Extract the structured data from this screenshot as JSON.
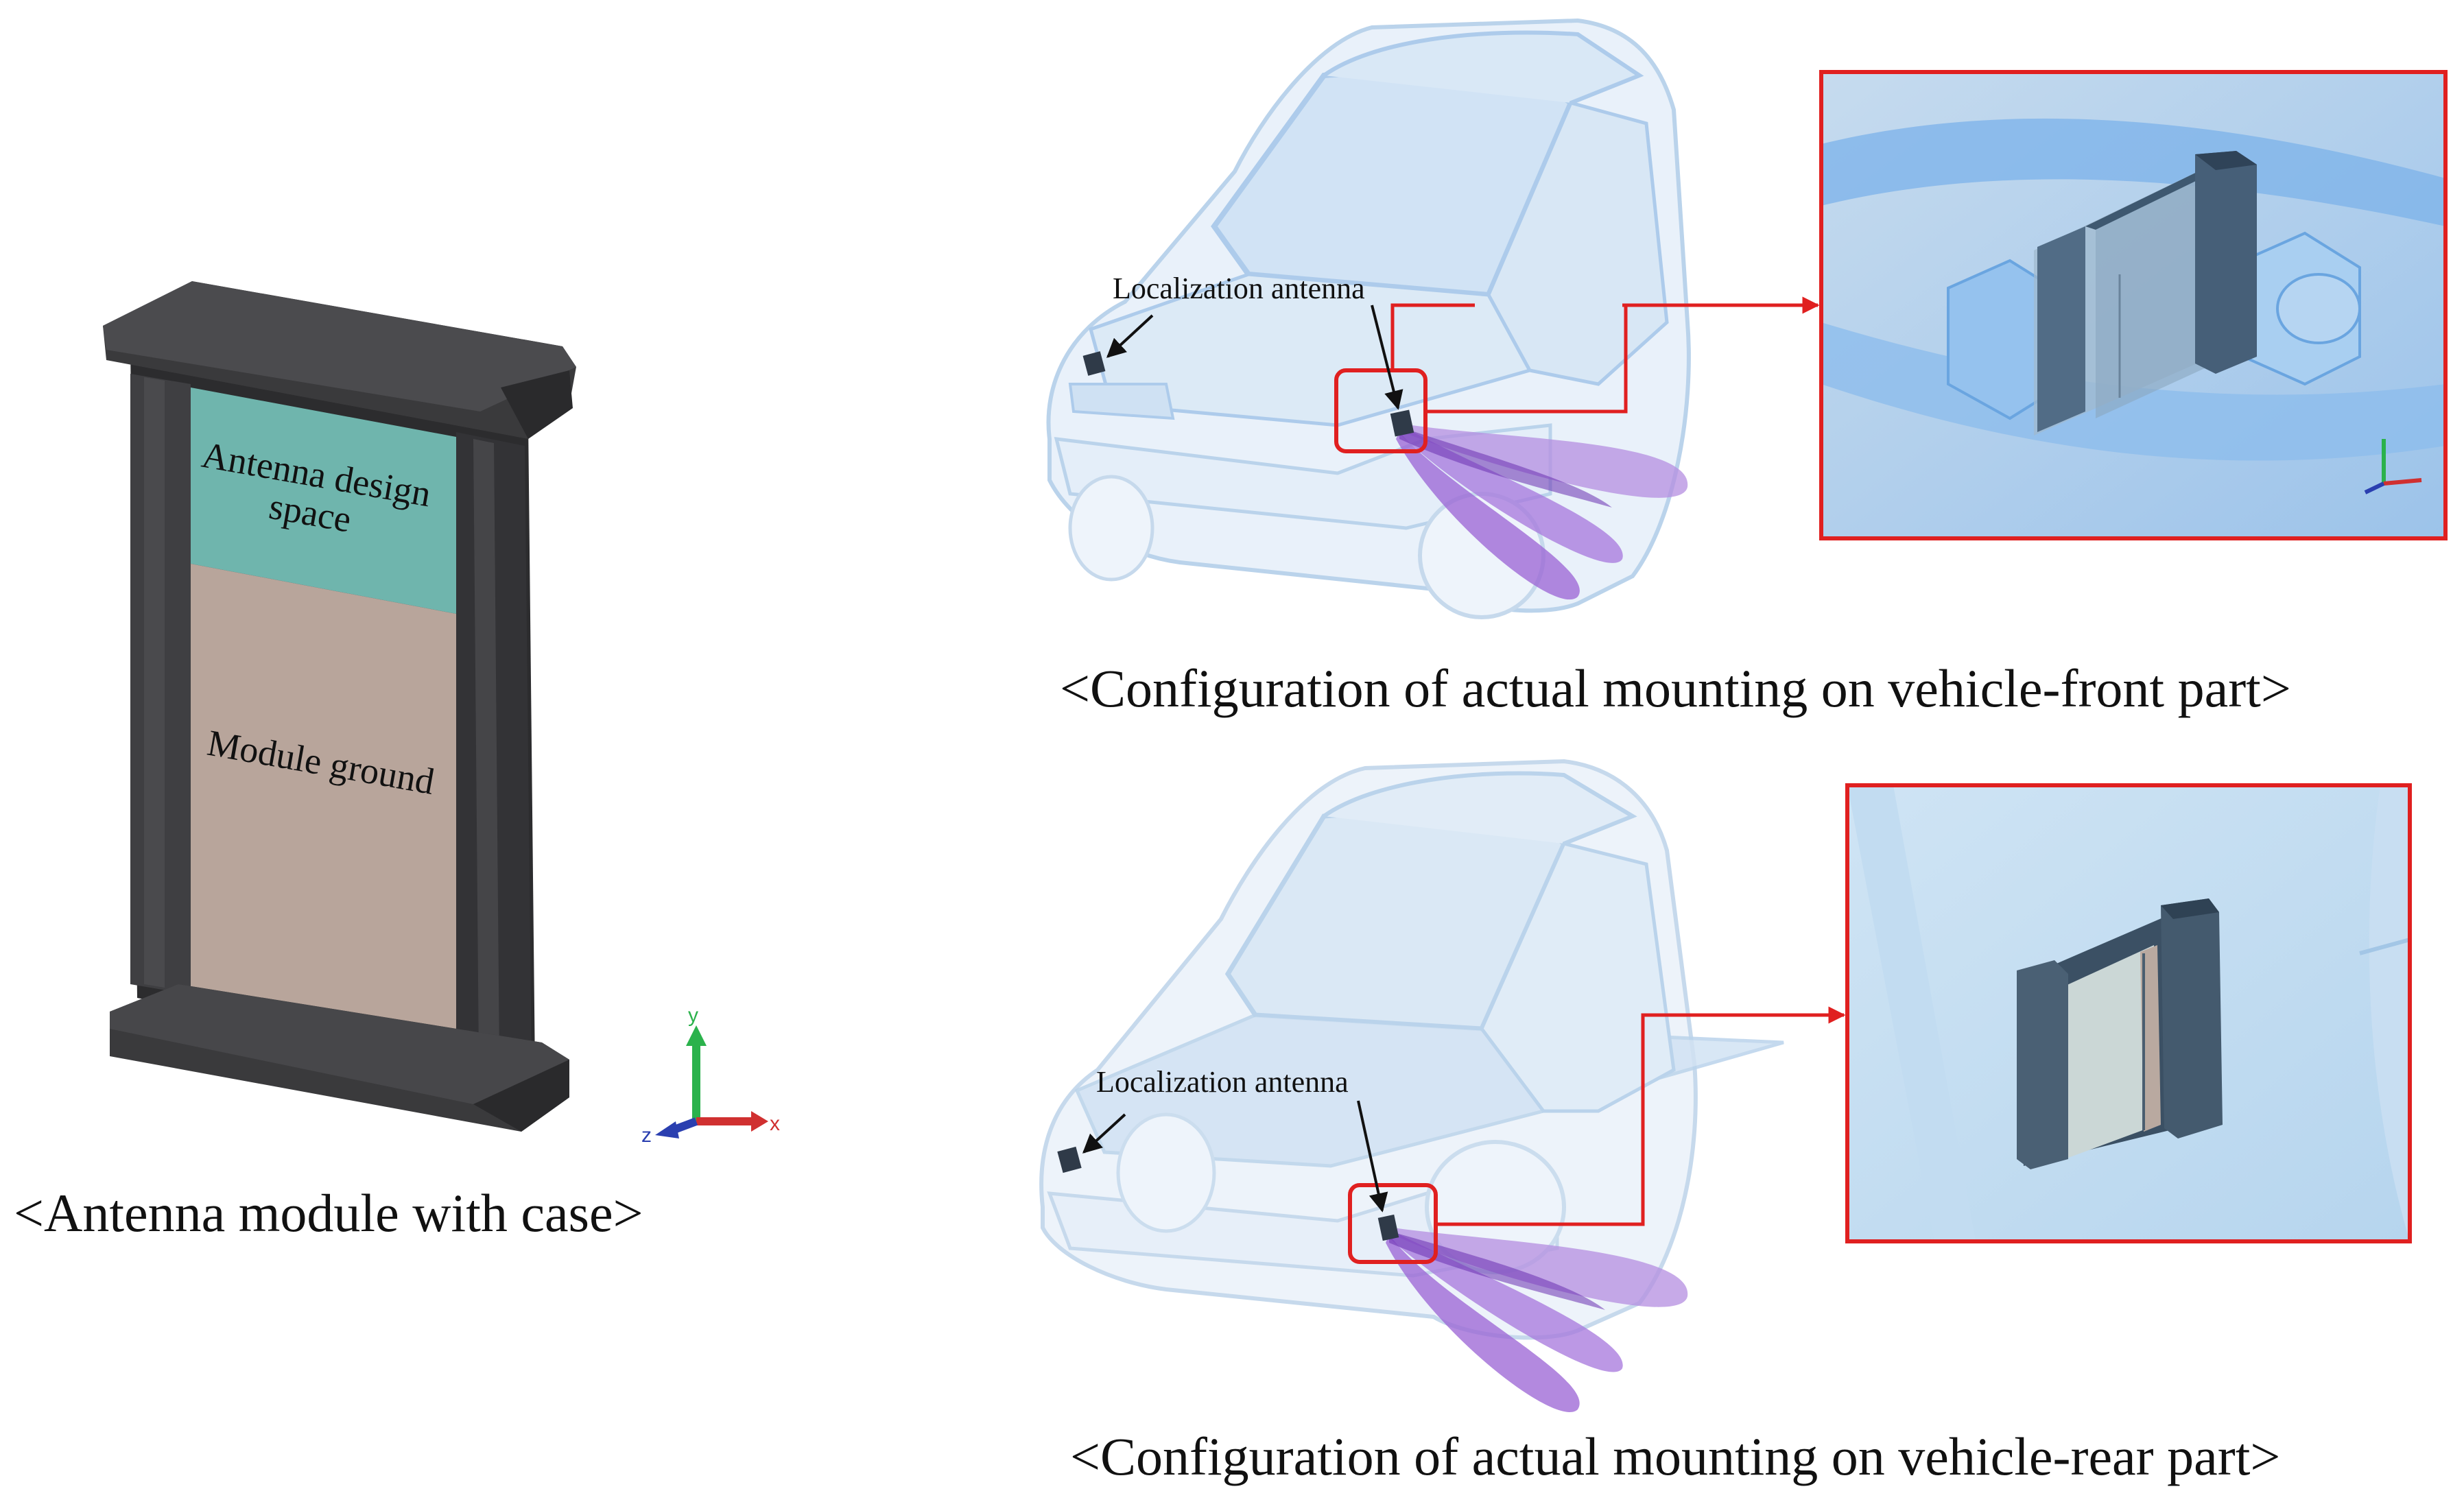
{
  "module": {
    "design_space_label": [
      "Antenna design",
      "space"
    ],
    "ground_label": "Module ground",
    "caption": "<Antenna module with case>",
    "colors": {
      "case": "#3a3a3c",
      "design_space": "#6fb5ad",
      "ground": "#b8a59b"
    }
  },
  "front": {
    "callout": "Localization antenna",
    "caption": "<Configuration of actual mounting on vehicle-front part>"
  },
  "rear": {
    "callout": "Localization antenna",
    "caption": "<Configuration of actual mounting on vehicle-rear part>"
  },
  "axes": {
    "x": "x",
    "y": "y",
    "z": "z"
  },
  "colors": {
    "highlight": "#e02020",
    "beam": "#8a4fc2",
    "car": "#a9c9ea",
    "inset_bg": "#b9d6ee"
  }
}
